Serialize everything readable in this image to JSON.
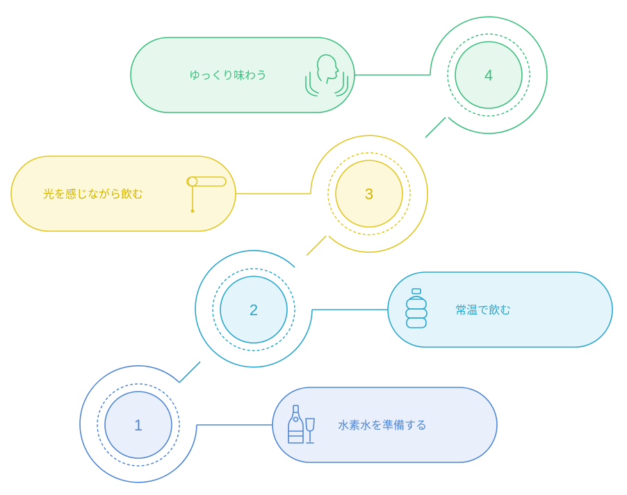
{
  "colors": {
    "green": "#3cbf7e",
    "green_fill": "#e6f8ee",
    "yellow": "#e2c626",
    "yellow_fill": "#fdf8d9",
    "cyan": "#2aa7cf",
    "cyan_fill": "#e3f5fb",
    "blue": "#4f86d6",
    "blue_fill": "#e9f0fc"
  },
  "steps": [
    {
      "number": "1",
      "label": "水素水を準備する",
      "icon": "bottle-and-glass-icon"
    },
    {
      "number": "2",
      "label": "常温で飲む",
      "icon": "water-jug-icon"
    },
    {
      "number": "3",
      "label": "光を感じながら飲む",
      "icon": "sunlight-pipe-icon"
    },
    {
      "number": "4",
      "label": "ゆっくり味わう",
      "icon": "person-tasting-icon"
    }
  ]
}
